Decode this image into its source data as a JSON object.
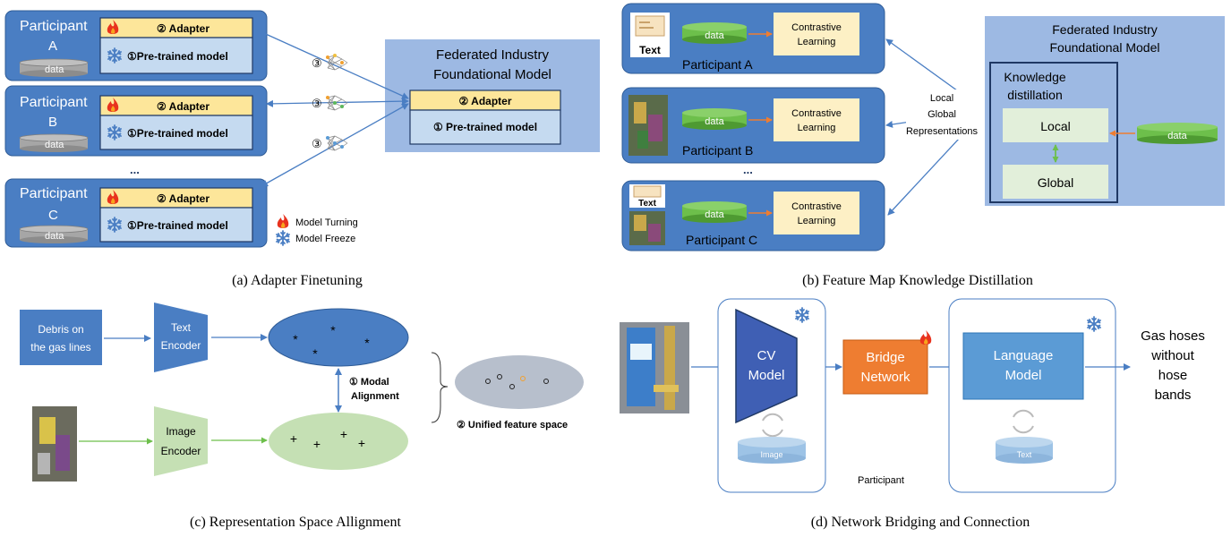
{
  "panel_a": {
    "caption": "(a) Adapter Finetuning",
    "adapter": "② Adapter",
    "pretrained": "①Pre-trained model",
    "pretrained_server": "① Pre-trained model",
    "data": "data",
    "participants": [
      {
        "line1": "Participant",
        "line2": "A"
      },
      {
        "line1": "Participant",
        "line2": "B"
      },
      {
        "line1": "Participant",
        "line2": "C"
      }
    ],
    "ellipsis": "...",
    "step3": "③",
    "server_title_1": "Federated Industry",
    "server_title_2": "Foundational Model",
    "legend_tuning": "Model Turning",
    "legend_freeze": "Model Freeze"
  },
  "panel_b": {
    "caption": "(b) Feature Map Knowledge Distillation",
    "data": "data",
    "contrastive_1": "Contrastive",
    "contrastive_2": "Learning",
    "participants": [
      "Participant A",
      "Participant B",
      "Participant C"
    ],
    "text_icon": "Text",
    "ellipsis": "...",
    "server_title_1": "Federated Industry",
    "server_title_2": "Foundational Model",
    "kd_1": "Knowledge",
    "kd_2": "distillation",
    "local": "Local",
    "global": "Global",
    "rep_1": "Local",
    "rep_2": "Global",
    "rep_3": "Representations"
  },
  "panel_c": {
    "caption": "(c) Representation Space Allignment",
    "debris_1": "Debris on",
    "debris_2": "the gas lines",
    "text_enc_1": "Text",
    "text_enc_2": "Encoder",
    "image_enc_1": "Image",
    "image_enc_2": "Encoder",
    "modal_1": "① Modal",
    "modal_2": "Alignment",
    "unified": "② Unified feature space"
  },
  "panel_d": {
    "caption": "(d) Network Bridging and Connection",
    "cv_1": "CV",
    "cv_2": "Model",
    "bridge_1": "Bridge",
    "bridge_2": "Network",
    "lang_1": "Language",
    "lang_2": "Model",
    "image_db": "Image",
    "text_db": "Text",
    "participant": "Participant",
    "output_1": "Gas hoses",
    "output_2": "without",
    "output_3": "hose",
    "output_4": "bands"
  },
  "colors": {
    "panel_blue": "#4a7ec3",
    "light_blue": "#c5daf0",
    "adapter_yellow": "#fde69a",
    "server_blue": "#9db9e3",
    "data_green": "#6dbf4b",
    "cl_yellow": "#fdf0c5",
    "bridge_orange": "#ee7d31",
    "lang_blue": "#5b9bd5",
    "cv_blue": "#3f5fb4"
  },
  "icons": [
    "fire-icon",
    "snowflake-icon",
    "network-icon",
    "text-doc-icon"
  ]
}
